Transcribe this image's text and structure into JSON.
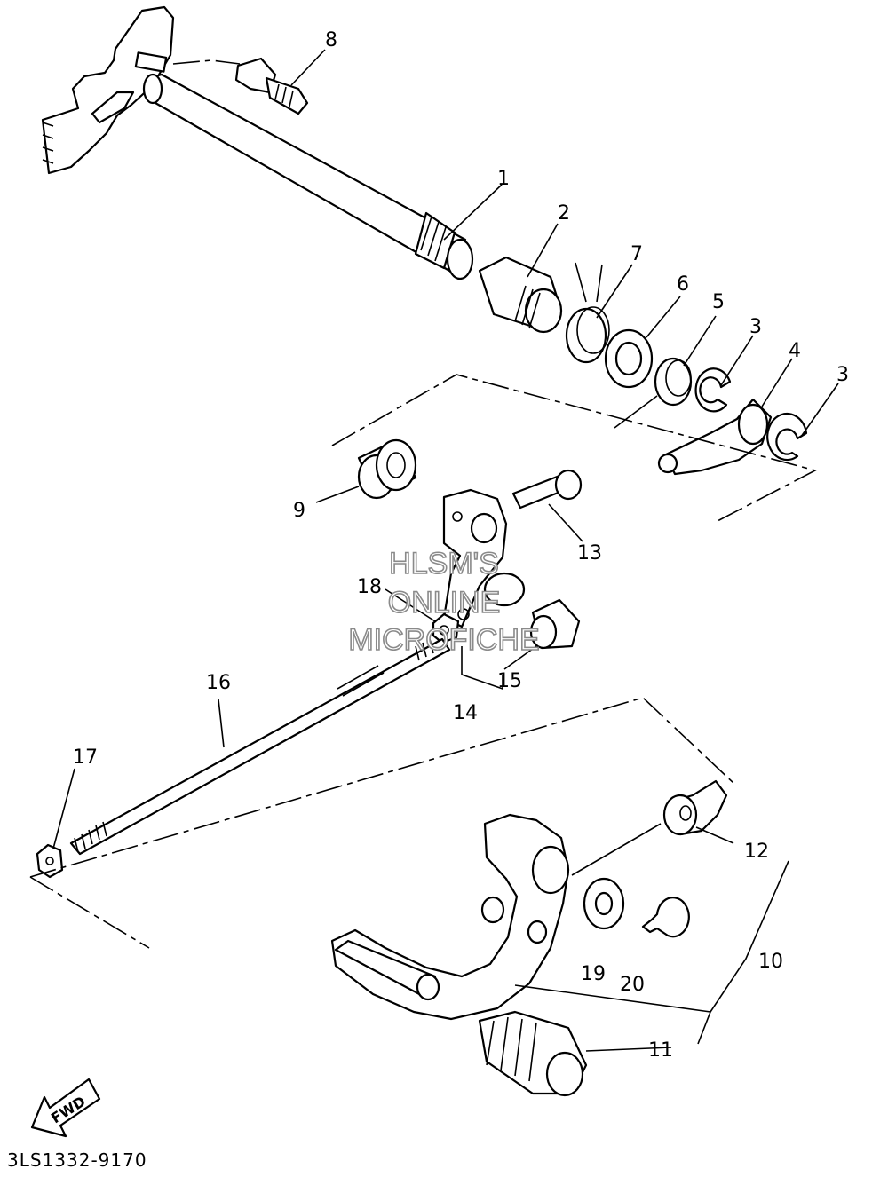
{
  "diagram_code": "3LS1332-9170",
  "fwd_label": "FWD",
  "watermark": [
    "HLSM'S",
    "ONLINE",
    "MICROFICHE"
  ],
  "callouts": [
    {
      "id": "1",
      "label": "1"
    },
    {
      "id": "2",
      "label": "2"
    },
    {
      "id": "3a",
      "label": "3"
    },
    {
      "id": "3b",
      "label": "3"
    },
    {
      "id": "4",
      "label": "4"
    },
    {
      "id": "5",
      "label": "5"
    },
    {
      "id": "6",
      "label": "6"
    },
    {
      "id": "7",
      "label": "7"
    },
    {
      "id": "8",
      "label": "8"
    },
    {
      "id": "9",
      "label": "9"
    },
    {
      "id": "10",
      "label": "10"
    },
    {
      "id": "11",
      "label": "11"
    },
    {
      "id": "12",
      "label": "12"
    },
    {
      "id": "13",
      "label": "13"
    },
    {
      "id": "14",
      "label": "14"
    },
    {
      "id": "15",
      "label": "15"
    },
    {
      "id": "16",
      "label": "16"
    },
    {
      "id": "17",
      "label": "17"
    },
    {
      "id": "18",
      "label": "18"
    },
    {
      "id": "19",
      "label": "19"
    },
    {
      "id": "20",
      "label": "20"
    }
  ]
}
